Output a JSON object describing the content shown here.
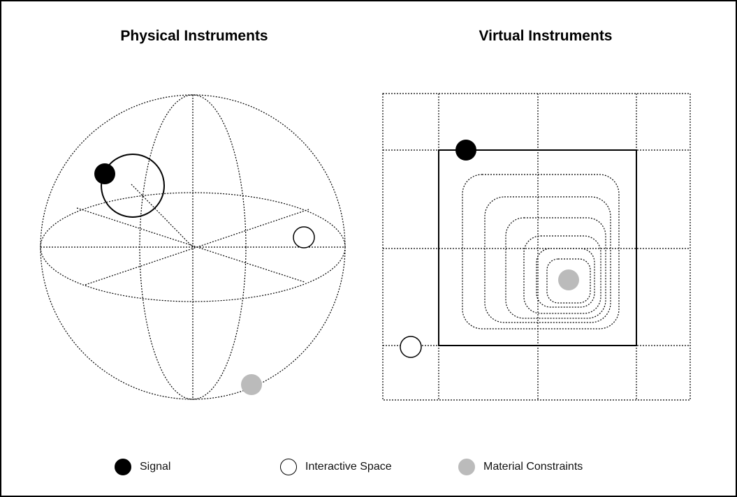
{
  "titles": {
    "physical": "Physical Instruments",
    "virtual": "Virtual Instruments"
  },
  "legend": [
    {
      "label": "Signal",
      "fill": "#000000",
      "stroke": "#000000"
    },
    {
      "label": "Interactive Space",
      "fill": "#ffffff",
      "stroke": "#000000"
    },
    {
      "label": "Material Constraints",
      "fill": "#bbbbbb",
      "stroke": "#bbbbbb"
    }
  ],
  "colors": {
    "signal": "#000000",
    "interactive_space": "#ffffff",
    "material_constraints": "#bbbbbb",
    "line": "#000000"
  }
}
